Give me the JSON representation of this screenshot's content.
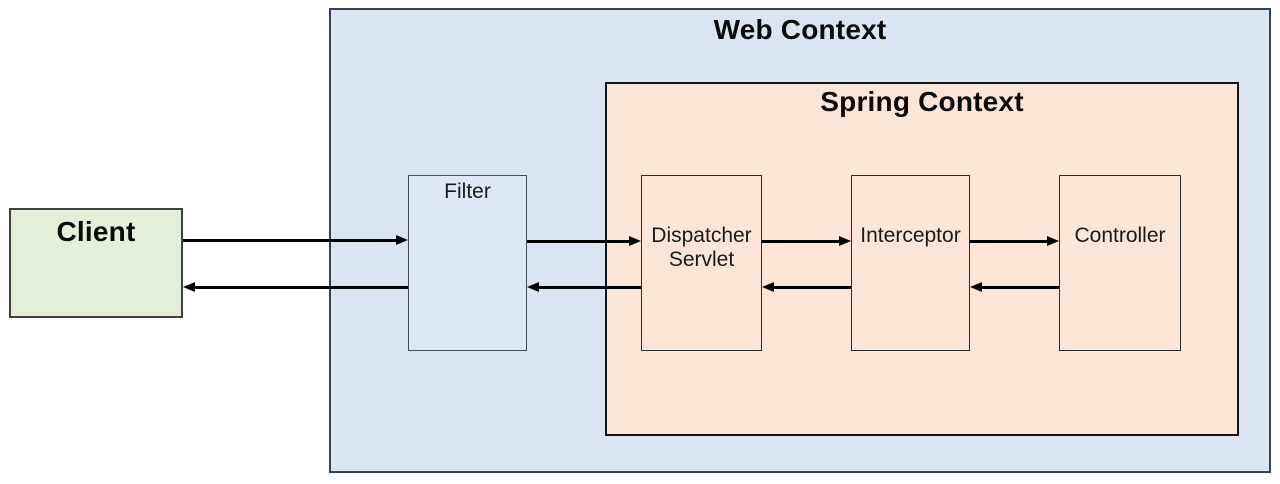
{
  "diagram": {
    "client": {
      "label": "Client"
    },
    "web_context": {
      "title": "Web Context",
      "filter": {
        "label": "Filter"
      }
    },
    "spring_context": {
      "title": "Spring Context",
      "nodes": [
        {
          "id": "dispatcher-servlet",
          "label": "Dispatcher Servlet"
        },
        {
          "id": "interceptor",
          "label": "Interceptor"
        },
        {
          "id": "controller",
          "label": "Controller"
        }
      ]
    },
    "flow_edges": [
      {
        "from": "client",
        "to": "filter",
        "kind": "request"
      },
      {
        "from": "filter",
        "to": "dispatcher-servlet",
        "kind": "request"
      },
      {
        "from": "dispatcher-servlet",
        "to": "interceptor",
        "kind": "request"
      },
      {
        "from": "interceptor",
        "to": "controller",
        "kind": "request"
      },
      {
        "from": "controller",
        "to": "interceptor",
        "kind": "response"
      },
      {
        "from": "interceptor",
        "to": "dispatcher-servlet",
        "kind": "response"
      },
      {
        "from": "dispatcher-servlet",
        "to": "filter",
        "kind": "response"
      },
      {
        "from": "filter",
        "to": "client",
        "kind": "response"
      }
    ],
    "colors": {
      "client_fill": "#e3efda",
      "web_context_fill": "#dbe5f1",
      "filter_fill": "#dee8f4",
      "spring_context_fill": "#fbe5d6",
      "node_fill": "#fbe5d6",
      "arrow": "#000000",
      "border_dark": "#2b2b2b"
    }
  }
}
